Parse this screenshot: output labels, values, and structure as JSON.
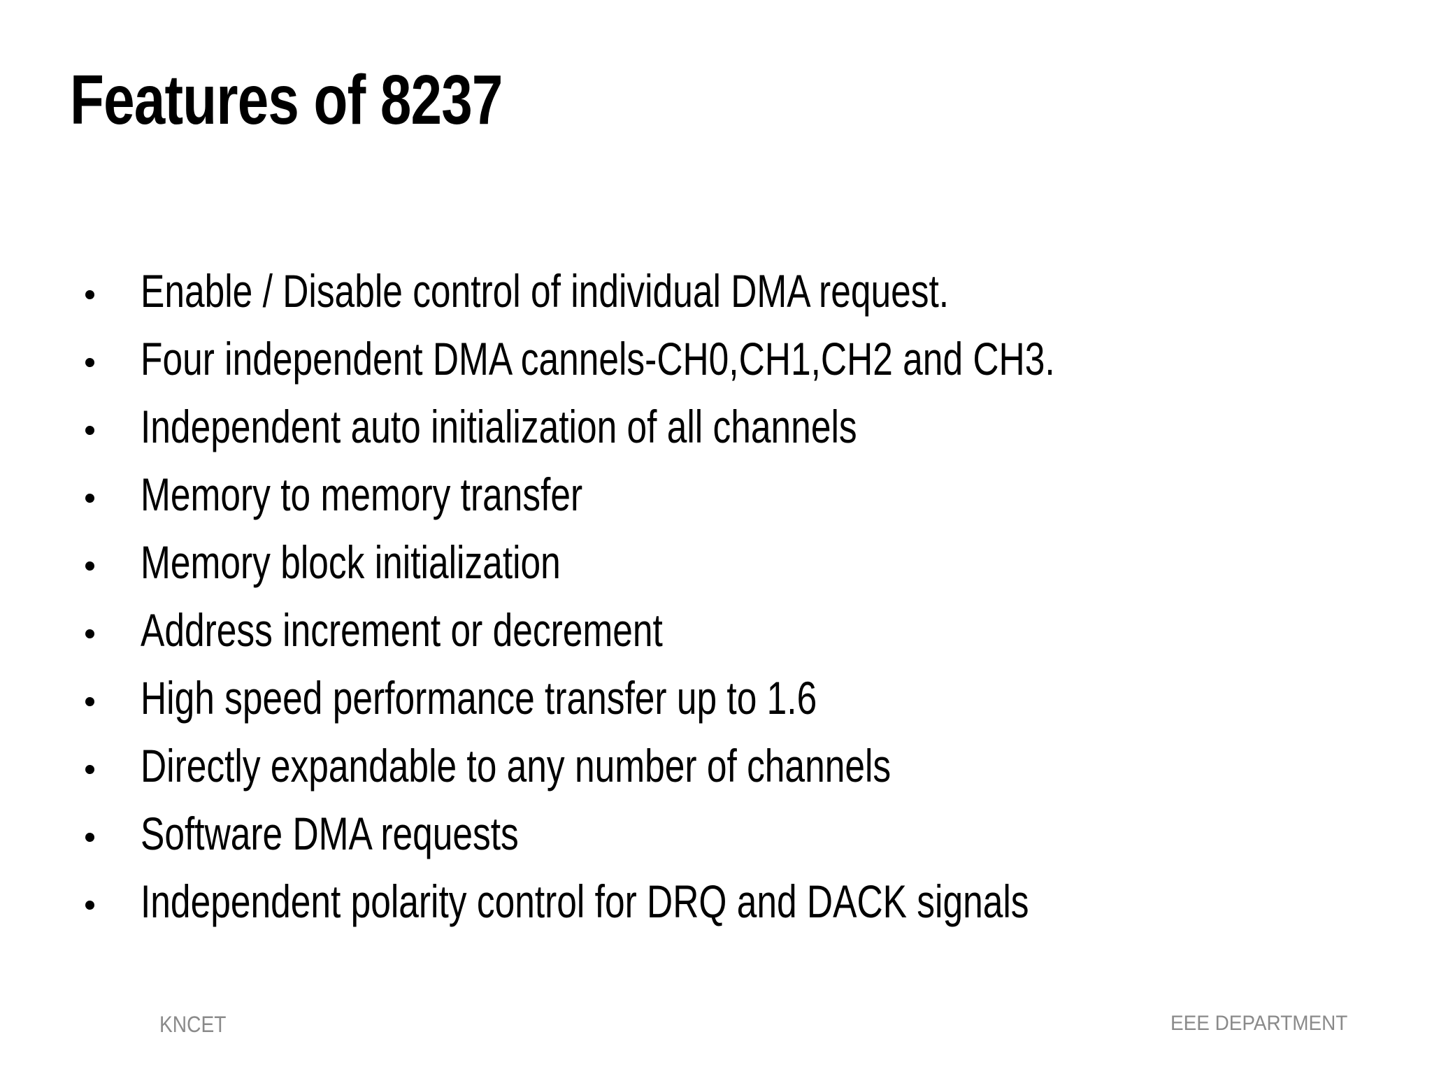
{
  "slide": {
    "title": "Features of 8237",
    "bullets": [
      "Enable / Disable control of individual DMA request.",
      "Four independent DMA cannels-CH0,CH1,CH2 and CH3.",
      "Independent auto initialization of all channels",
      "Memory to memory transfer",
      "Memory block initialization",
      "Address increment or decrement",
      "High speed performance transfer up to 1.6",
      "Directly expandable to any number of channels",
      "Software DMA requests",
      "Independent polarity control for DRQ and DACK signals"
    ],
    "footer": {
      "left": "KNCET",
      "right": "EEE DEPARTMENT"
    }
  },
  "colors": {
    "background": "#ffffff",
    "text": "#000000",
    "footer_text": "#8a8a8a"
  }
}
